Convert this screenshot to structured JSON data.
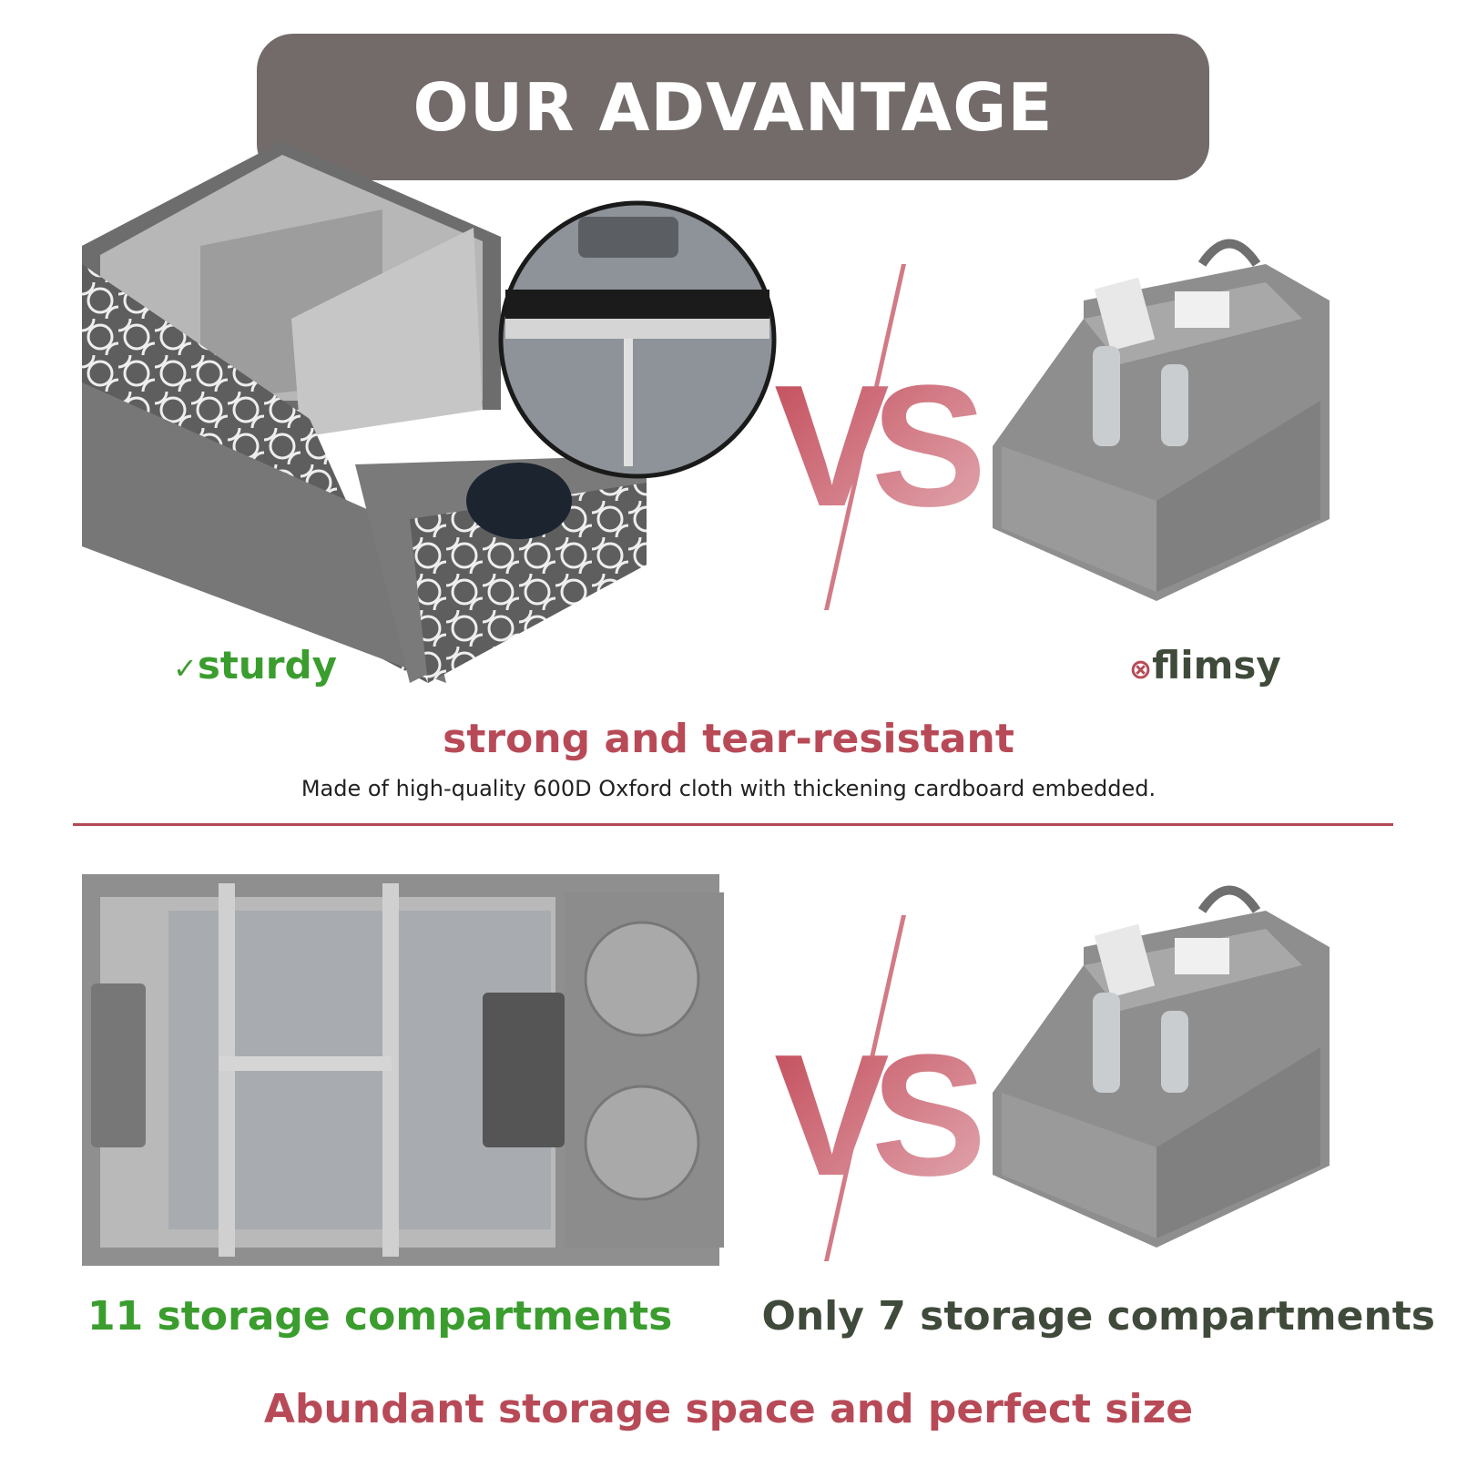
{
  "header": {
    "title": "OUR ADVANTAGE"
  },
  "section1": {
    "ours_label": "sturdy",
    "ours_icon": "check-circle-icon",
    "theirs_label": "flimsy",
    "theirs_icon": "x-circle-icon",
    "vs": "VS",
    "headline": "strong and tear-resistant",
    "description": "Made of high-quality 600D Oxford cloth with thickening cardboard embedded."
  },
  "section2": {
    "ours_label": "11 storage compartments",
    "theirs_label": "Only 7 storage compartments",
    "vs": "VS",
    "headline": "Abundant storage space and perfect size"
  },
  "colors": {
    "banner": "#726b6a",
    "accent_red": "#b84a57",
    "positive_green": "#3a9d2e",
    "negative_text": "#3f4a3b",
    "product_gray": "#8a8a8a"
  }
}
